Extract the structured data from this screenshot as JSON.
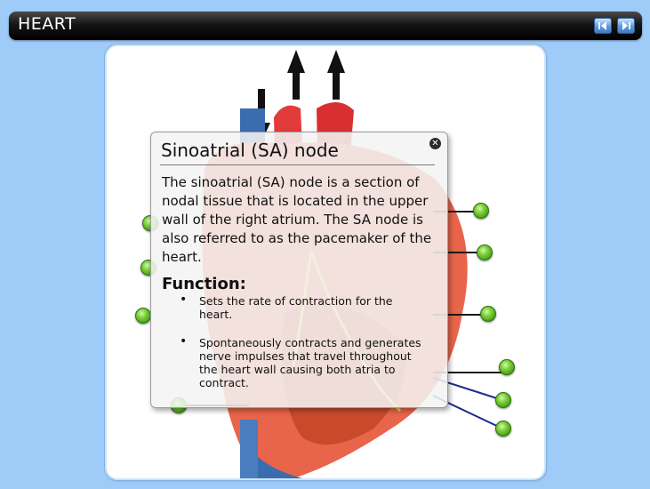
{
  "header": {
    "title": "HEART",
    "prev_icon": "triangle-left-icon",
    "next_icon": "triangle-right-icon"
  },
  "popup": {
    "title": "Sinoatrial (SA) node",
    "description": "The sinoatrial (SA) node is a section of nodal tissue that is located in the upper wall of the right atrium. The SA node is also referred to as the pacemaker of the heart.",
    "function_heading": "Function:",
    "functions": [
      "Sets the rate of contraction for the heart.",
      "Spontaneously contracts and generates nerve impulses that travel throughout the heart wall causing both atria to contract."
    ],
    "close_icon": "close-icon"
  },
  "colors": {
    "background": "#9ecbf7",
    "hotspot": "#5cbf22",
    "titlebar": "#000000"
  }
}
